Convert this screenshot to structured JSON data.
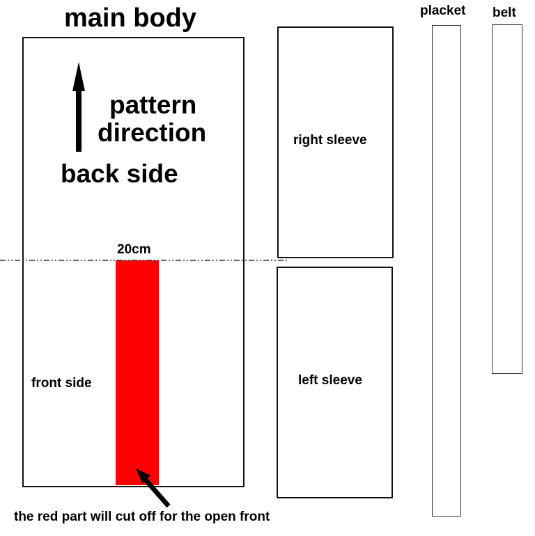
{
  "title": "main body",
  "main_body": {
    "pattern_direction_label_line1": "pattern",
    "pattern_direction_label_line2": "direction",
    "back_side_label": "back side",
    "front_side_label": "front side",
    "cut_width_label": "20cm",
    "cut_color": "#ff0000",
    "cut_note": "the red part will cut off for the open front"
  },
  "pieces": {
    "right_sleeve": "right sleeve",
    "left_sleeve": "left sleeve",
    "placket": "placket",
    "belt": "belt"
  }
}
